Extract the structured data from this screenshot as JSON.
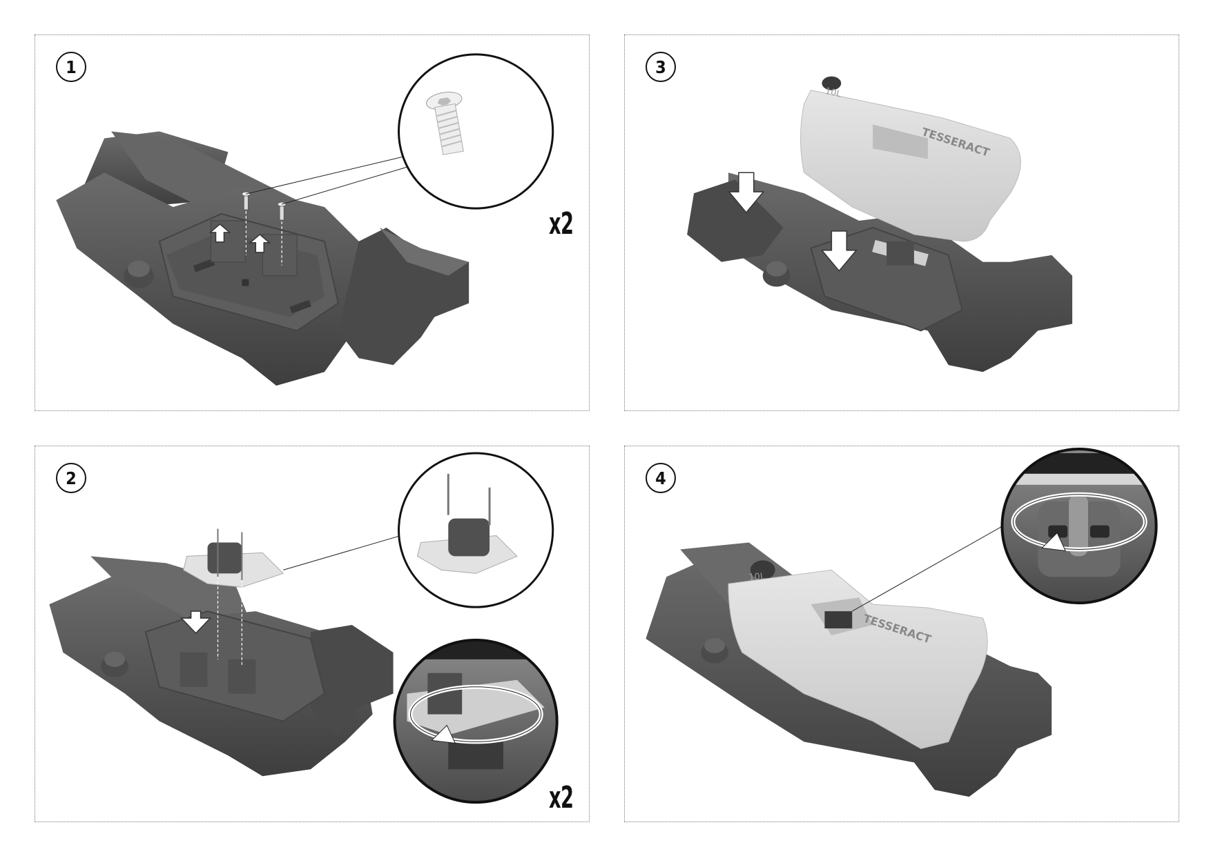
{
  "steps": [
    {
      "number": "1",
      "quantity": "x2"
    },
    {
      "number": "2",
      "quantity": "x2"
    },
    {
      "number": "3"
    },
    {
      "number": "4"
    }
  ],
  "bottle": {
    "label": "10L",
    "brand": "TESSERACT"
  },
  "colors": {
    "part_dark": "#5b5b5b",
    "part_shadow": "#3d3d3d",
    "part_light": "#d9d9d9",
    "arrow_fill": "#ffffff",
    "ink": "#111111",
    "border": "#777777"
  }
}
